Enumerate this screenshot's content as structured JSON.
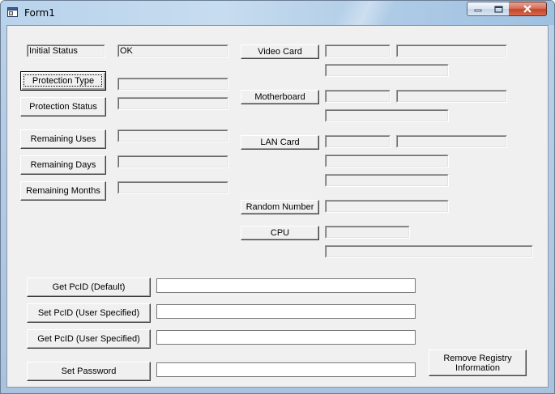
{
  "window": {
    "title": "Form1"
  },
  "status": {
    "initial_status_label": "Initial Status",
    "initial_status_value": "OK"
  },
  "left_buttons": {
    "protection_type": "Protection Type",
    "protection_status": "Protection Status",
    "remaining_uses": "Remaining Uses",
    "remaining_days": "Remaining Days",
    "remaining_months": "Remaining Months"
  },
  "right_buttons": {
    "video_card": "Video Card",
    "motherboard": "Motherboard",
    "lan_card": "LAN Card",
    "random_number": "Random Number",
    "cpu": "CPU"
  },
  "bottom": {
    "get_pcid_default": "Get PcID (Default)",
    "set_pcid_user": "Set PcID (User Specified)",
    "get_pcid_user": "Get PcID (User Specified)",
    "set_password": "Set Password",
    "remove_registry": "Remove Registry Information"
  }
}
